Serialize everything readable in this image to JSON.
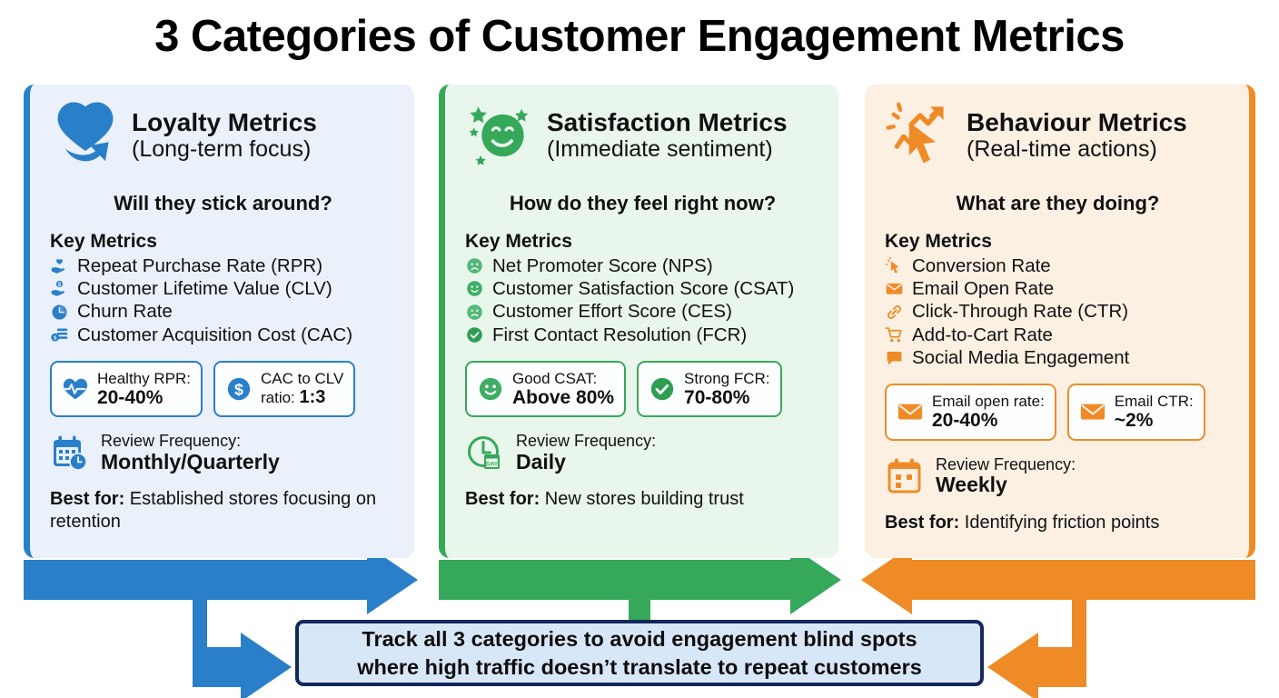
{
  "title": "3 Categories of Customer Engagement Metrics",
  "colors": {
    "loyalty": "#2a7fc9",
    "satisfaction": "#36a85a",
    "behaviour": "#ef8b26",
    "summary_border": "#13295c",
    "summary_fill": "#d8e7f8"
  },
  "cards": [
    {
      "id": "loyalty",
      "icon": "heart-arrow-icon",
      "title": "Loyalty Metrics",
      "subtitle": "(Long-term focus)",
      "question": "Will they stick around?",
      "metrics_label": "Key Metrics",
      "metrics": [
        {
          "icon": "hand-heart-icon",
          "label": "Repeat Purchase Rate (RPR)"
        },
        {
          "icon": "hand-dollar-icon",
          "label": "Customer Lifetime Value (CLV)"
        },
        {
          "icon": "pie-clock-icon",
          "label": "Churn Rate"
        },
        {
          "icon": "coins-stack-icon",
          "label": "Customer Acquisition Cost (CAC)"
        }
      ],
      "chips": [
        {
          "icon": "heartbeat-icon",
          "label": "Healthy RPR:",
          "value": "20-40%",
          "inline": false
        },
        {
          "icon": "dollar-circle-icon",
          "label": "CAC to CLV",
          "value": "1:3",
          "inline": true,
          "inline_prefix": "ratio: "
        }
      ],
      "frequency": {
        "icon": "calendar-clock-icon",
        "label": "Review Frequency:",
        "value": "Monthly/Quarterly"
      },
      "best_for_label": "Best for:",
      "best_for_text": " Established stores focusing on retention"
    },
    {
      "id": "satisfaction",
      "icon": "smiley-stars-icon",
      "title": "Satisfaction Metrics",
      "subtitle": "(Immediate sentiment)",
      "question": "How do they feel right now?",
      "metrics_label": "Key Metrics",
      "metrics": [
        {
          "icon": "frowning-face-icon",
          "label": "Net Promoter Score (NPS)"
        },
        {
          "icon": "smiling-face-icon",
          "label": "Customer Satisfaction Score (CSAT)"
        },
        {
          "icon": "frowning-face-icon",
          "label": "Customer Effort Score (CES)"
        },
        {
          "icon": "check-circle-icon",
          "label": "First Contact Resolution (FCR)"
        }
      ],
      "chips": [
        {
          "icon": "smiling-face-icon",
          "label": "Good CSAT:",
          "value": "Above 80%",
          "inline": false
        },
        {
          "icon": "check-circle-icon",
          "label": "Strong FCR:",
          "value": "70-80%",
          "inline": false
        }
      ],
      "frequency": {
        "icon": "clock-day-icon",
        "label": "Review Frequency:",
        "value": "Daily"
      },
      "best_for_label": "Best for:",
      "best_for_text": " New stores building trust"
    },
    {
      "id": "behaviour",
      "icon": "cursor-chart-icon",
      "title": "Behaviour Metrics",
      "subtitle": "(Real-time actions)",
      "question": "What are they doing?",
      "metrics_label": "Key Metrics",
      "metrics": [
        {
          "icon": "cursor-click-icon",
          "label": "Conversion Rate"
        },
        {
          "icon": "envelope-icon",
          "label": "Email Open Rate"
        },
        {
          "icon": "link-icon",
          "label": "Click-Through Rate (CTR)"
        },
        {
          "icon": "shopping-cart-icon",
          "label": "Add-to-Cart Rate"
        },
        {
          "icon": "speech-bubble-icon",
          "label": "Social Media Engagement"
        }
      ],
      "chips": [
        {
          "icon": "envelope-icon",
          "label": "Email open rate:",
          "value": "20-40%",
          "inline": false
        },
        {
          "icon": "envelope-icon",
          "label": "Email CTR:",
          "value": "~2%",
          "inline": false
        }
      ],
      "frequency": {
        "icon": "calendar-icon",
        "label": "Review Frequency:",
        "value": "Weekly"
      },
      "best_for_label": "Best for:",
      "best_for_text": " Identifying friction points"
    }
  ],
  "summary": {
    "line1": "Track all 3 categories to avoid engagement blind spots",
    "line2": "where high traffic doesn’t translate to repeat customers"
  }
}
